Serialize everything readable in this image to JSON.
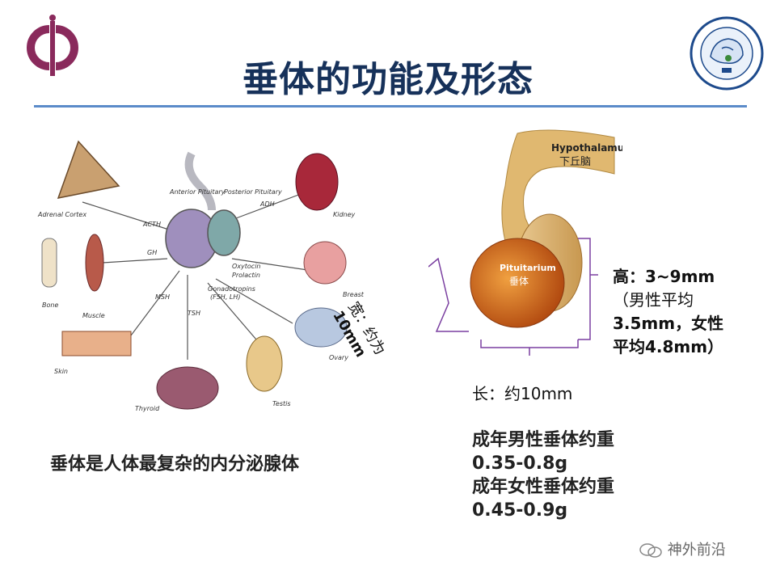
{
  "title": "垂体的功能及形态",
  "diagram": {
    "caption": "垂体是人体最复杂的内分泌腺体",
    "labels": {
      "anterior": "Anterior Pituitary",
      "posterior": "Posterior Pituitary",
      "acth": "ACTH",
      "gh": "GH",
      "msh": "MSH",
      "tsh": "TSH",
      "adh": "ADH",
      "oxytocin": "Oxytocin",
      "prolactin": "Prolactin",
      "gonado": "Gonadotropins",
      "fsh": "(FSH, LH)",
      "adrenal": "Adrenal Cortex",
      "bone": "Bone",
      "muscle": "Muscle",
      "skin": "Skin",
      "thyroid": "Thyroid",
      "testis": "Testis",
      "ovary": "Ovary",
      "breast": "Breast",
      "kidney": "Kidney"
    }
  },
  "pituitary": {
    "hypothalamus_en": "Hypothalamus",
    "hypothalamus_cn": "下丘脑",
    "pituitarium_en": "Pituitarium",
    "pituitarium_cn": "垂体"
  },
  "dimensions": {
    "width_line1": "宽：约为",
    "width_line2": "10mm",
    "height_line1": "高：3~9mm",
    "height_line2": "（男性平均",
    "height_line3": "3.5mm，女性",
    "height_line4": "平均4.8mm）",
    "length": "长：约10mm"
  },
  "weights": {
    "male_label": "成年男性垂体约重",
    "male_value": "0.35-0.8g",
    "female_label": "成年女性垂体约重",
    "female_value": "0.45-0.9g"
  },
  "footer": "神外前沿",
  "colors": {
    "title": "#16315a",
    "rule": "#5b8bc9",
    "logo": "#8a2a5c",
    "bracket": "#7a3fa0"
  }
}
